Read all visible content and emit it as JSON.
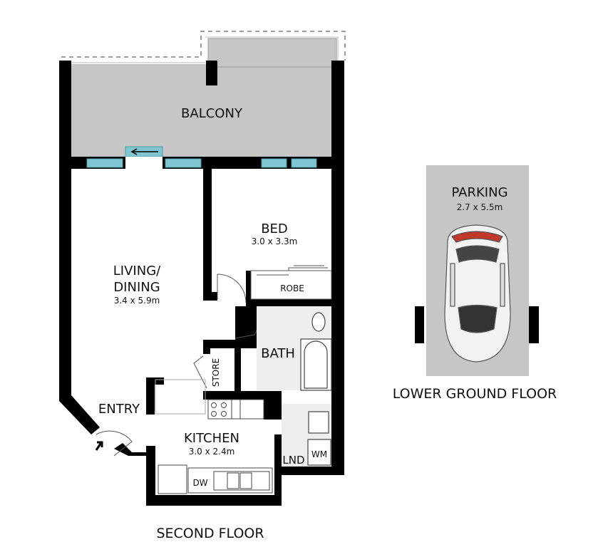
{
  "plan": {
    "second_floor_title": "SECOND FLOOR",
    "lower_ground_title": "LOWER GROUND FLOOR",
    "rooms": {
      "balcony": {
        "name": "BALCONY"
      },
      "bed": {
        "name": "BED",
        "size": "3.0 x 3.3m"
      },
      "robe": {
        "name": "ROBE"
      },
      "living": {
        "name_line1": "LIVING/",
        "name_line2": "DINING",
        "size": "3.4 x 5.9m"
      },
      "bath": {
        "name": "BATH"
      },
      "store": {
        "name": "STORE"
      },
      "entry": {
        "name": "ENTRY"
      },
      "kitchen": {
        "name": "KITCHEN",
        "size": "3.0 x 2.4m"
      },
      "laundry": {
        "name": "LND"
      },
      "washing_machine": {
        "name": "WM"
      },
      "dishwasher": {
        "name": "DW"
      },
      "parking": {
        "name": "PARKING",
        "size": "2.7 x 5.5m"
      }
    },
    "colors": {
      "wall": "#000000",
      "balcony": "#c6c6c6",
      "window": "#7fc6d2",
      "tile": "#eeeeee",
      "parking": "#c6c6c6"
    }
  }
}
